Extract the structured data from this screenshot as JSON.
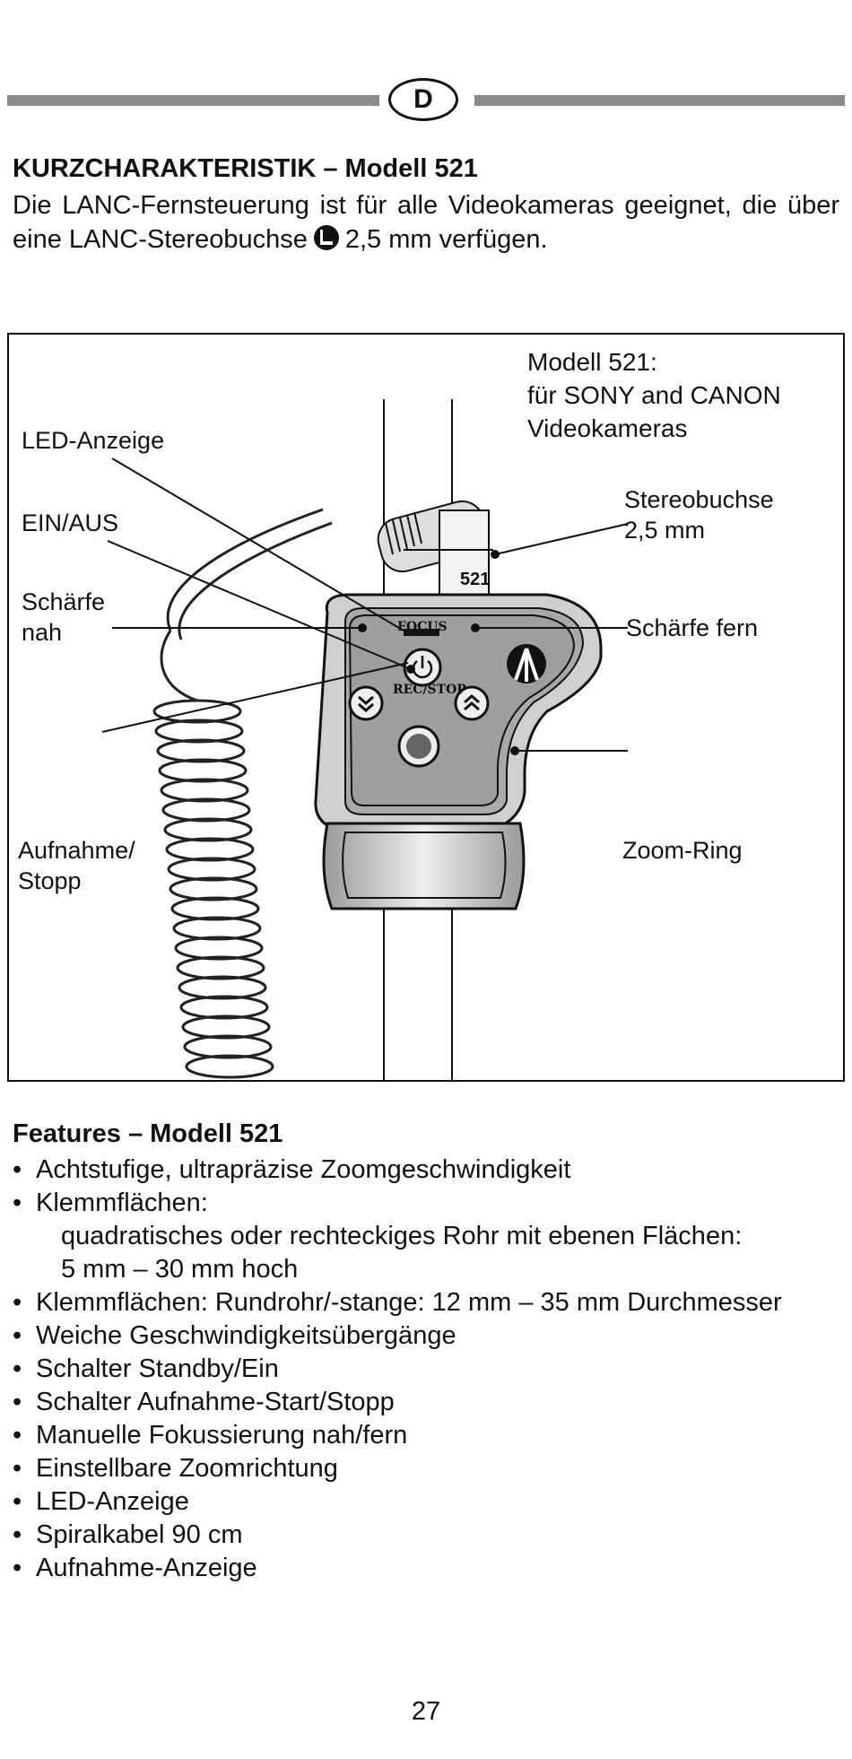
{
  "header": {
    "language_badge": "D"
  },
  "intro": {
    "heading": "KURZCHARAKTERISTIK – Modell 521",
    "text_before": "Die LANC-Fernsteuerung ist für alle Videokameras geeignet, die über eine LANC-Stereobuchse",
    "text_after": "2,5 mm verfügen.",
    "jack_icon": "stereo-jack-icon"
  },
  "figure": {
    "model_note": "Modell 521:\nfür SONY and CANON\nVideokameras",
    "callouts": {
      "led": "LED-Anzeige",
      "power": "EIN/AUS",
      "focus_near": "Schärfe\nnah",
      "record": "Aufnahme/\nStopp",
      "jack": "Stereobuchse\n2,5 mm",
      "focus_far": "Schärfe fern",
      "zoom": "Zoom-Ring"
    },
    "device_labels": {
      "model_number": "521",
      "focus": "FOCUS",
      "rec_stop": "REC/STOP"
    }
  },
  "features": {
    "heading": "Features – Modell 521",
    "items": [
      "Achtstufige, ultrapräzise Zoomgeschwindigkeit",
      "Klemmflächen:",
      "Klemmflächen: Rundrohr/-stange: 12 mm – 35 mm Durchmesser",
      "Weiche Geschwindigkeitsübergänge",
      "Schalter Standby/Ein",
      "Schalter Aufnahme-Start/Stopp",
      "Manuelle Fokussierung nah/fern",
      "Einstellbare Zoomrichtung",
      "LED-Anzeige",
      "Spiralkabel 90 cm",
      "Aufnahme-Anzeige"
    ],
    "item2_sub": [
      "quadratisches oder rechteckiges Rohr mit ebenen Flächen:",
      "5 mm – 30 mm hoch"
    ]
  },
  "footer": {
    "page_number": "27"
  }
}
